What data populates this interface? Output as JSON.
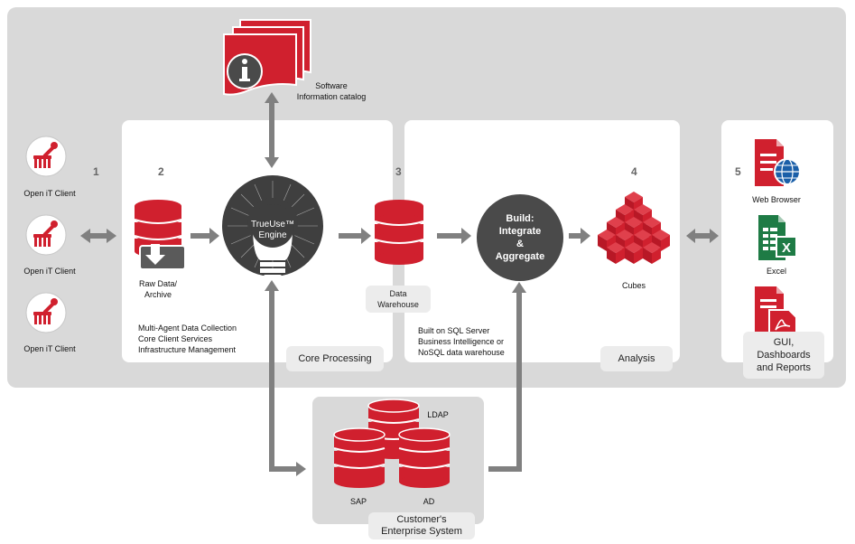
{
  "clients": [
    {
      "label": "Open iT Client"
    },
    {
      "label": "Open iT Client"
    },
    {
      "label": "Open iT Client"
    }
  ],
  "steps": [
    "1",
    "2",
    "3",
    "4",
    "5"
  ],
  "catalog": {
    "line1": "Software",
    "line2": "Information catalog"
  },
  "raw_data": {
    "line1": "Raw Data/",
    "line2": "Archive"
  },
  "engine": {
    "line1": "TrueUse™",
    "line2": "Engine"
  },
  "core_services": [
    "Multi-Agent Data Collection",
    "Core Client Services",
    "Infrastructure Management"
  ],
  "core_processing": "Core Processing",
  "data_warehouse": {
    "line1": "Data",
    "line2": "Warehouse"
  },
  "build": {
    "line1": "Build:",
    "line2": "Integrate",
    "line3": "&",
    "line4": "Aggregate"
  },
  "cubes": "Cubes",
  "built_on": [
    "Built on SQL Server",
    "Business Intelligence or",
    "NoSQL data warehouse"
  ],
  "analysis": "Analysis",
  "outputs": {
    "web": "Web Browser",
    "excel": "Excel",
    "excel_letter": "X"
  },
  "gui": [
    "GUI,",
    "Dashboards",
    "and Reports"
  ],
  "enterprise": {
    "ldap": "LDAP",
    "sap": "SAP",
    "ad": "AD",
    "line1": "Customer's",
    "line2": "Enterprise System"
  },
  "colors": {
    "accent": "#d0202e",
    "panel_bg": "#d9d9d9",
    "arrow": "#808080",
    "engine": "#3f3f3f"
  }
}
